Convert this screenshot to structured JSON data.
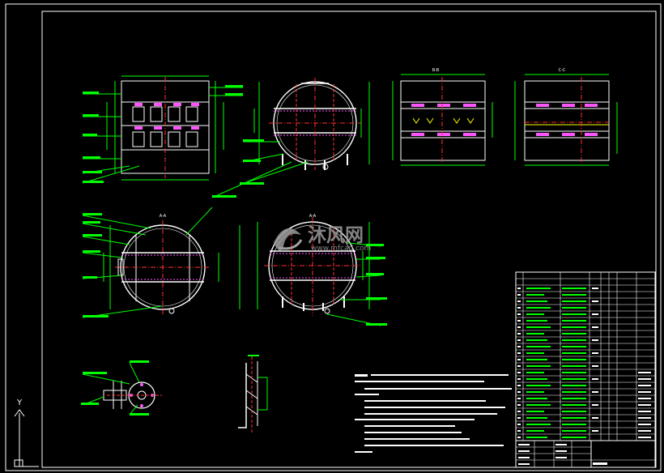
{
  "canvas_background": "#000000",
  "colors": {
    "border": "#ffffff",
    "dim": "#00ff00",
    "frame": "#ffffff",
    "shell": "#ffffff",
    "center": "#ff3030",
    "annot": "#ff55ff",
    "hatch": "#ffff00",
    "text": "#ffffff",
    "watermark": "#8f8f8f"
  },
  "watermark": {
    "cn": "沐风网",
    "url": "www.mfcad.com"
  },
  "view_labels": {
    "view_a1": "A-A",
    "view_a2": "A-A",
    "view_b1": "B-B",
    "view_c1": "C-C"
  },
  "ucs_icon": {
    "y_label": "Y"
  },
  "notes_heading": "技术要求",
  "icons": [
    "ucs-axis-icon",
    "watermark-logo-icon"
  ]
}
